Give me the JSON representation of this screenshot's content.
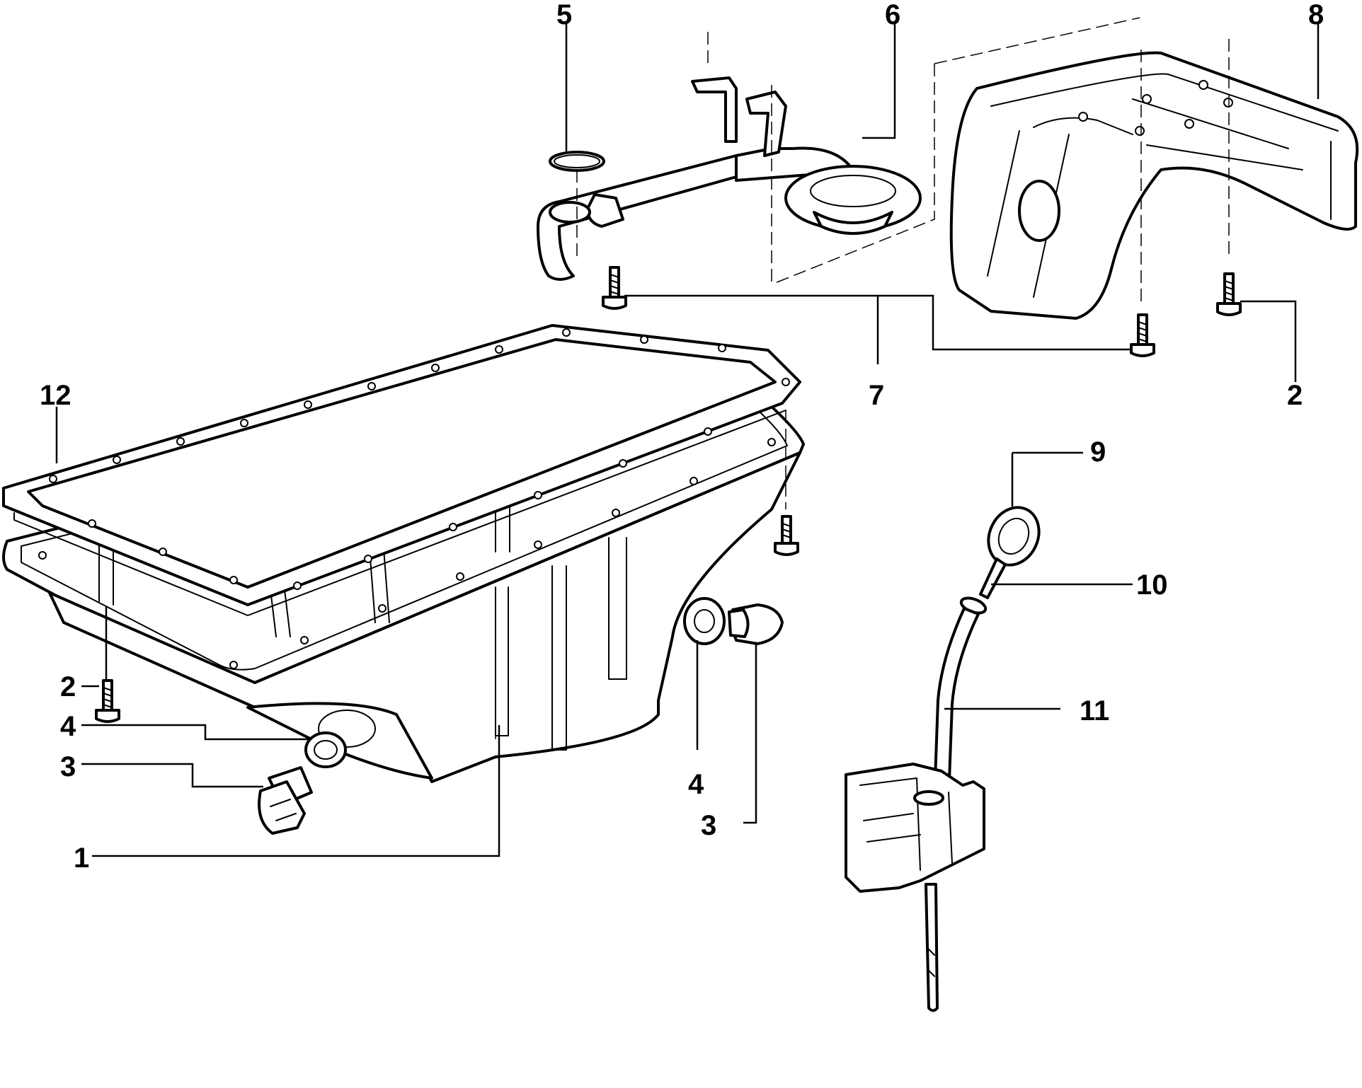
{
  "diagram": {
    "callouts": {
      "c1": "1",
      "c2a": "2",
      "c2b": "2",
      "c3a": "3",
      "c3b": "3",
      "c4a": "4",
      "c4b": "4",
      "c5": "5",
      "c6": "6",
      "c7": "7",
      "c8": "8",
      "c9": "9",
      "c10": "10",
      "c11": "11",
      "c12": "12"
    }
  },
  "colors": {
    "line": "#000000",
    "background": "#ffffff"
  },
  "icons": [
    "oil-pan",
    "pan-gasket",
    "drain-plug",
    "sealing-washer",
    "bolt",
    "o-ring",
    "oil-pickup-tube",
    "baffle-plate",
    "dipstick",
    "dipstick-tube"
  ]
}
